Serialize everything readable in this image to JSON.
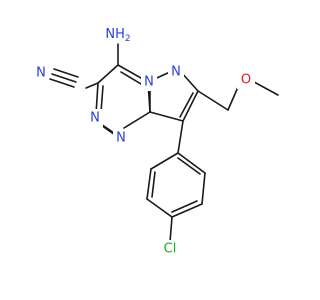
{
  "molecule": {
    "atoms": {
      "nh2": {
        "text": "NH2",
        "color": "#2a3fd6"
      },
      "n_nitrile": {
        "text": "N",
        "color": "#2a3fd6"
      },
      "n_ring_left_mid": {
        "text": "N",
        "color": "#2a3fd6"
      },
      "n_ring_left_low": {
        "text": "N",
        "color": "#2a3fd6"
      },
      "n_bridge": {
        "text": "N",
        "color": "#2a3fd6"
      },
      "n_pyrazole": {
        "text": "N",
        "color": "#2a3fd6"
      },
      "o_methoxy": {
        "text": "O",
        "color": "#e02020"
      },
      "cl": {
        "text": "Cl",
        "color": "#1fae1f"
      }
    }
  }
}
